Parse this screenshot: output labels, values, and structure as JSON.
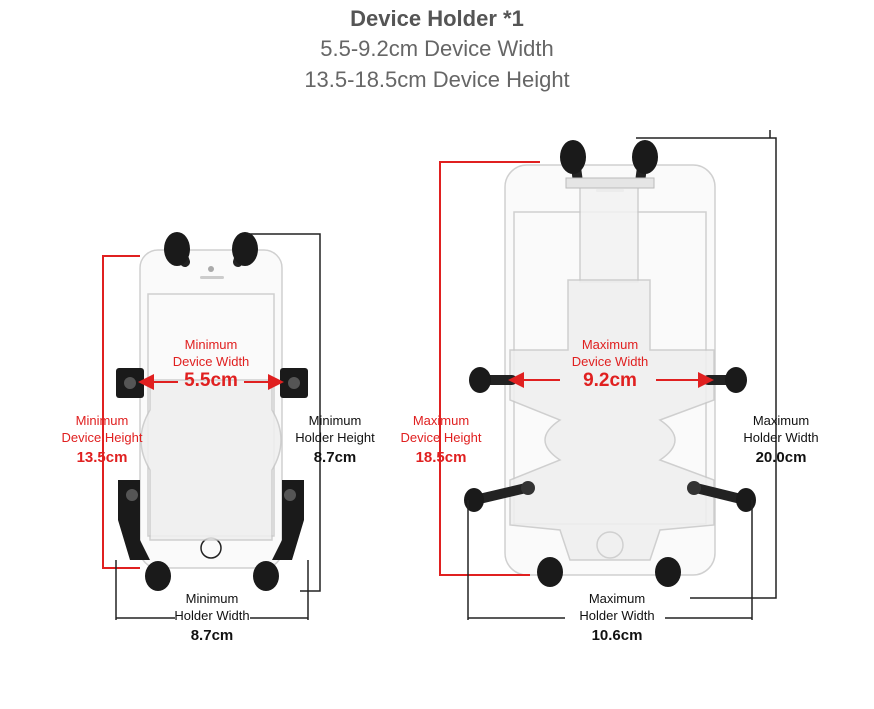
{
  "header": {
    "title": "Device Holder *1",
    "width_range": "5.5-9.2cm Device Width",
    "height_range": "13.5-18.5cm Device Height"
  },
  "minimum": {
    "device_width_label_1": "Minimum",
    "device_width_label_2": "Device Width",
    "device_width_value": "5.5cm",
    "device_height_label_1": "Minimum",
    "device_height_label_2": "Device Height",
    "device_height_value": "13.5cm",
    "holder_height_label_1": "Minimum",
    "holder_height_label_2": "Holder Height",
    "holder_height_value": "8.7cm",
    "holder_width_label_1": "Minimum",
    "holder_width_label_2": "Holder Width",
    "holder_width_value": "8.7cm"
  },
  "maximum": {
    "device_width_label_1": "Maximum",
    "device_width_label_2": "Device Width",
    "device_width_value": "9.2cm",
    "device_height_label_1": "Maximum",
    "device_height_label_2": "Device Height",
    "device_height_value": "18.5cm",
    "holder_width_side_label_1": "Maximum",
    "holder_width_side_label_2": "Holder Width",
    "holder_width_side_value": "20.0cm",
    "holder_width_label_1": "Maximum",
    "holder_width_label_2": "Holder Width",
    "holder_width_value": "10.6cm"
  },
  "colors": {
    "accent_red": "#e02020",
    "text_gray": "#555555",
    "holder_black": "#1a1a1a"
  }
}
